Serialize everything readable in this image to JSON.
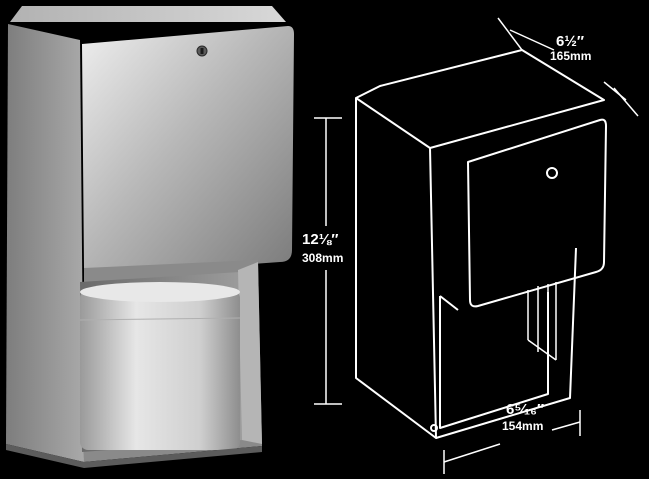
{
  "dimensions": {
    "width": {
      "imperial": "6½″",
      "metric": "165mm"
    },
    "height": {
      "imperial": "12⅛″",
      "metric": "308mm"
    },
    "depth": {
      "imperial": "6⁵⁄₁₆″",
      "metric": "154mm"
    }
  },
  "colors": {
    "background": "#000000",
    "line_art": "#ffffff",
    "steel_light": "#d9d9d9",
    "steel_dark": "#6e6e6e",
    "paper_roll": "#cfcfcf"
  },
  "icons": [
    "keyhole-lock-icon"
  ]
}
